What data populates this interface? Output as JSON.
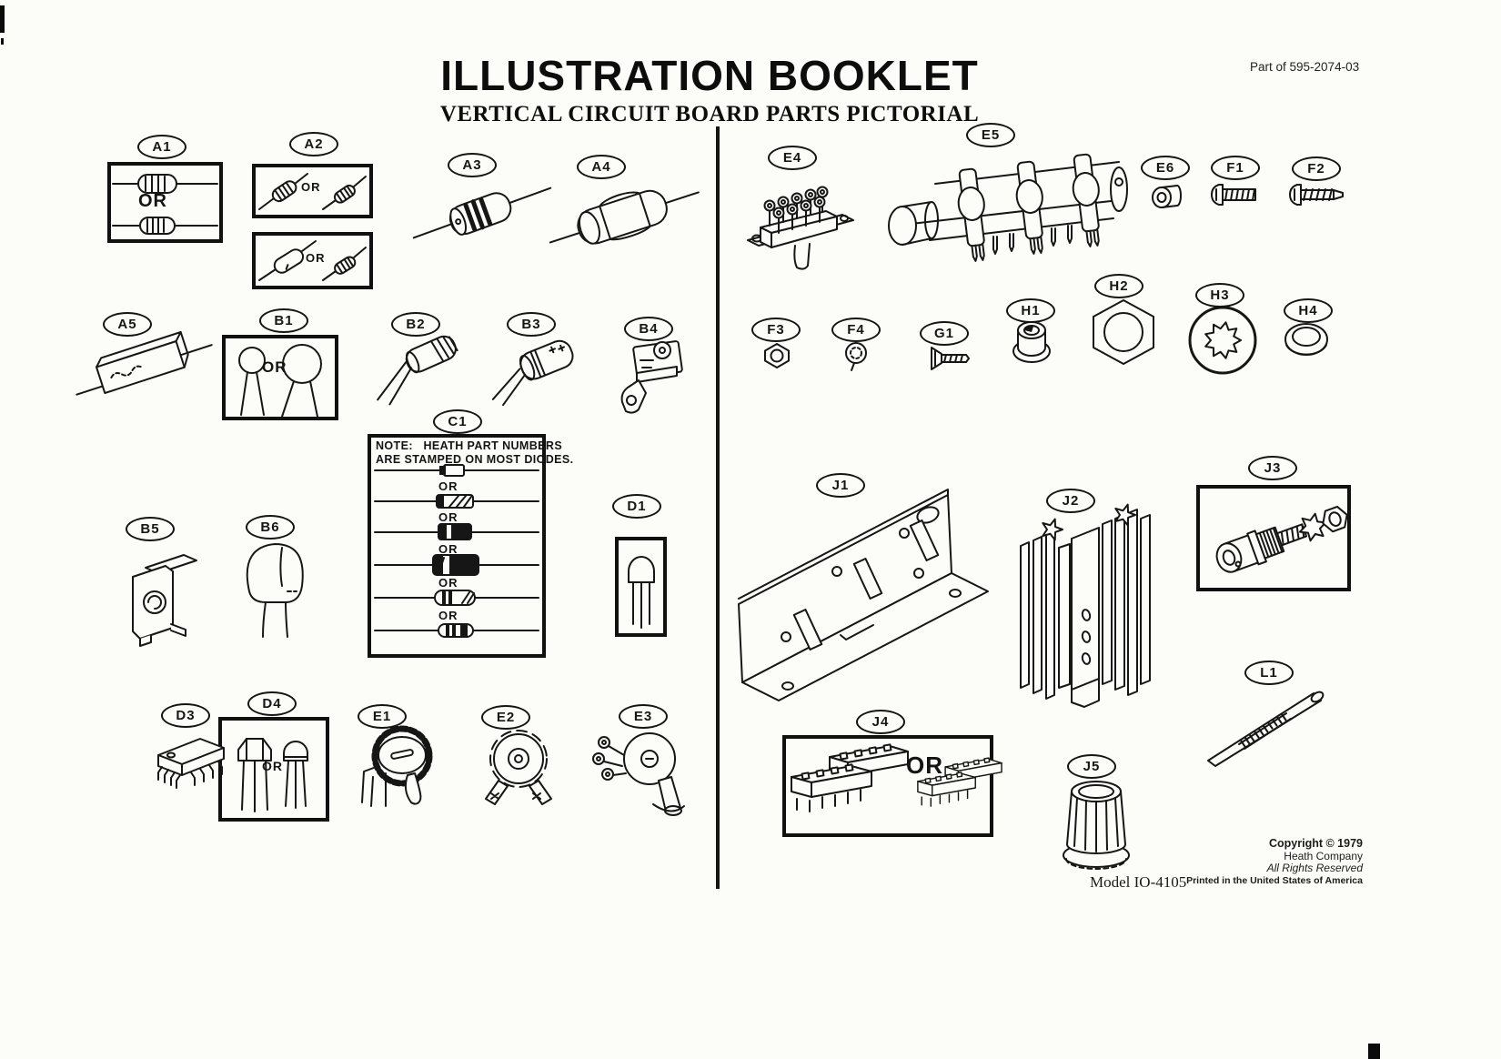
{
  "header": {
    "title": "ILLUSTRATION BOOKLET",
    "subtitle": "VERTICAL CIRCUIT BOARD PARTS PICTORIAL",
    "part_ref": "Part of 595-2074-03"
  },
  "footer": {
    "model": "Model IO-4105",
    "copyright1": "Copyright © 1979",
    "copyright2": "Heath Company",
    "copyright3": "All Rights Reserved",
    "copyright4": "Printed in the United States of America"
  },
  "labels": {
    "or": "OR"
  },
  "c1": {
    "note1": "NOTE:   HEATH PART NUMBERS",
    "note2": "ARE STAMPED ON MOST DIODES."
  },
  "callouts": {
    "a1": "A1",
    "a2": "A2",
    "a3": "A3",
    "a4": "A4",
    "a5": "A5",
    "b1": "B1",
    "b2": "B2",
    "b3": "B3",
    "b4": "B4",
    "b5": "B5",
    "b6": "B6",
    "c1": "C1",
    "d1": "D1",
    "d3": "D3",
    "d4": "D4",
    "e1": "E1",
    "e2": "E2",
    "e3": "E3",
    "e4": "E4",
    "e5": "E5",
    "e6": "E6",
    "f1": "F1",
    "f2": "F2",
    "f3": "F3",
    "f4": "F4",
    "g1": "G1",
    "h1": "H1",
    "h2": "H2",
    "h3": "H3",
    "h4": "H4",
    "j1": "J1",
    "j2": "J2",
    "j3": "J3",
    "j4": "J4",
    "j5": "J5",
    "l1": "L1"
  },
  "colors": {
    "ink": "#161616",
    "paper": "#fcfcf8"
  }
}
